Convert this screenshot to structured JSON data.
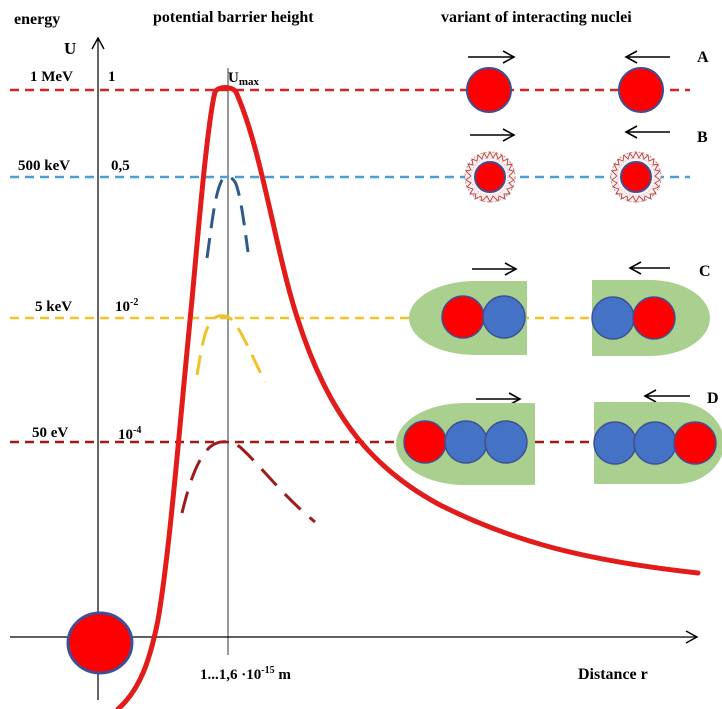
{
  "header": {
    "energy_label": "energy",
    "barrier_title": "potential barrier height",
    "variants_title": "variant of interacting nuclei"
  },
  "axes": {
    "y_label": "U",
    "x_label": "Distance  r",
    "x_tick_prefix": "1...1,6 ·10",
    "x_tick_exp": "-15",
    "x_tick_unit": " m",
    "umax_main": "U",
    "umax_sub": "max"
  },
  "levels": [
    {
      "id": "a",
      "energy": "1 MeV",
      "ratio": "1",
      "ratio_exp": "",
      "color": "#d42424",
      "variant": "A"
    },
    {
      "id": "b",
      "energy": "500 keV",
      "ratio": "0,5",
      "ratio_exp": "",
      "color": "#4a9fd4",
      "variant": "B"
    },
    {
      "id": "c",
      "energy": "5 keV",
      "ratio": "10",
      "ratio_exp": "-2",
      "color": "#f2c22a",
      "variant": "C"
    },
    {
      "id": "d",
      "energy": "50 eV",
      "ratio": "10",
      "ratio_exp": "-4",
      "color": "#a01818",
      "variant": "D"
    }
  ],
  "colors": {
    "barrier": "#e21b1b",
    "curve_b": "#2e5a8a",
    "curve_c": "#f0c22a",
    "curve_d": "#9e1b1b",
    "nucleus_red": "#ff0000",
    "nucleus_edge": "#3f4f95",
    "neutron_blue": "#4472c4",
    "cloud_green": "#a9d08e"
  },
  "icons": [
    "right-arrow-icon",
    "left-arrow-icon",
    "nucleus-icon"
  ]
}
